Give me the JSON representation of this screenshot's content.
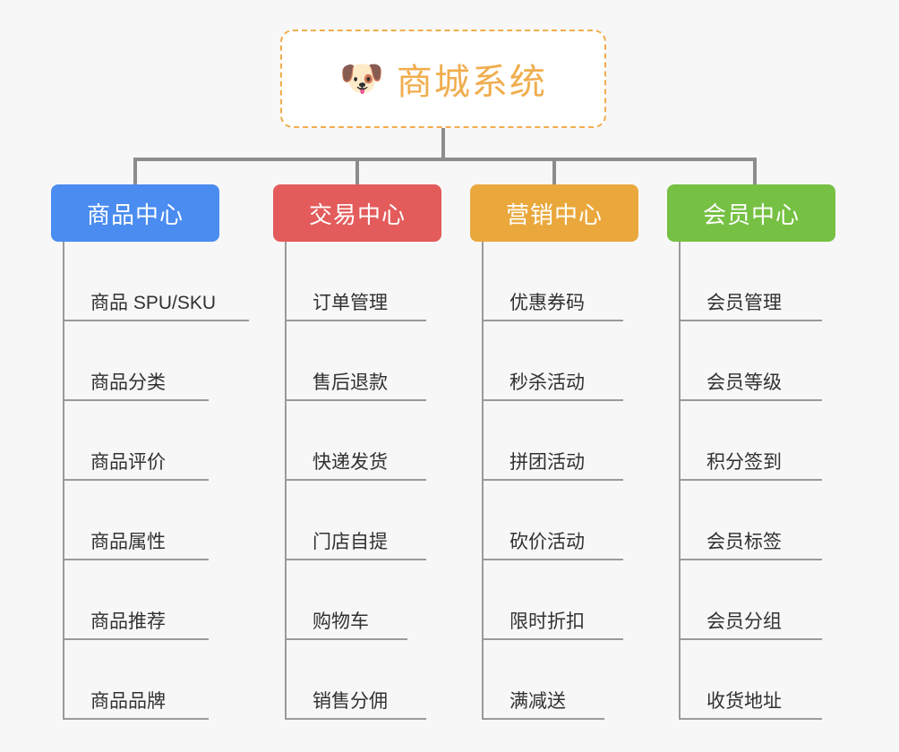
{
  "page": {
    "background_color": "#f7f7f7",
    "type": "mindmap"
  },
  "root": {
    "icon": "dog-face-icon",
    "emoji": "🐶",
    "title": "商城系统",
    "text_color": "#f0ad4e",
    "border_color": "#f0ad4e",
    "background_color": "#ffffff"
  },
  "connector": {
    "color": "#8c8c8c"
  },
  "branches": [
    {
      "title": "商品中心",
      "color": "#4a8cf0",
      "items": [
        {
          "label": "商品 SPU/SKU",
          "rule_width": 208
        },
        {
          "label": "商品分类",
          "rule_width": 163
        },
        {
          "label": "商品评价",
          "rule_width": 163
        },
        {
          "label": "商品属性",
          "rule_width": 163
        },
        {
          "label": "商品推荐",
          "rule_width": 163
        },
        {
          "label": "商品品牌",
          "rule_width": 163
        }
      ]
    },
    {
      "title": "交易中心",
      "color": "#e35b5b",
      "items": [
        {
          "label": "订单管理",
          "rule_width": 158
        },
        {
          "label": "售后退款",
          "rule_width": 158
        },
        {
          "label": "快递发货",
          "rule_width": 158
        },
        {
          "label": "门店自提",
          "rule_width": 158
        },
        {
          "label": "购物车",
          "rule_width": 137
        },
        {
          "label": "销售分佣",
          "rule_width": 158
        }
      ]
    },
    {
      "title": "营销中心",
      "color": "#eaa83c",
      "items": [
        {
          "label": "优惠券码",
          "rule_width": 158
        },
        {
          "label": "秒杀活动",
          "rule_width": 158
        },
        {
          "label": "拼团活动",
          "rule_width": 158
        },
        {
          "label": "砍价活动",
          "rule_width": 158
        },
        {
          "label": "限时折扣",
          "rule_width": 158
        },
        {
          "label": "满减送",
          "rule_width": 137
        }
      ]
    },
    {
      "title": "会员中心",
      "color": "#76c043",
      "items": [
        {
          "label": "会员管理",
          "rule_width": 160
        },
        {
          "label": "会员等级",
          "rule_width": 160
        },
        {
          "label": "积分签到",
          "rule_width": 160
        },
        {
          "label": "会员标签",
          "rule_width": 160
        },
        {
          "label": "会员分组",
          "rule_width": 160
        },
        {
          "label": "收货地址",
          "rule_width": 160
        }
      ]
    }
  ]
}
